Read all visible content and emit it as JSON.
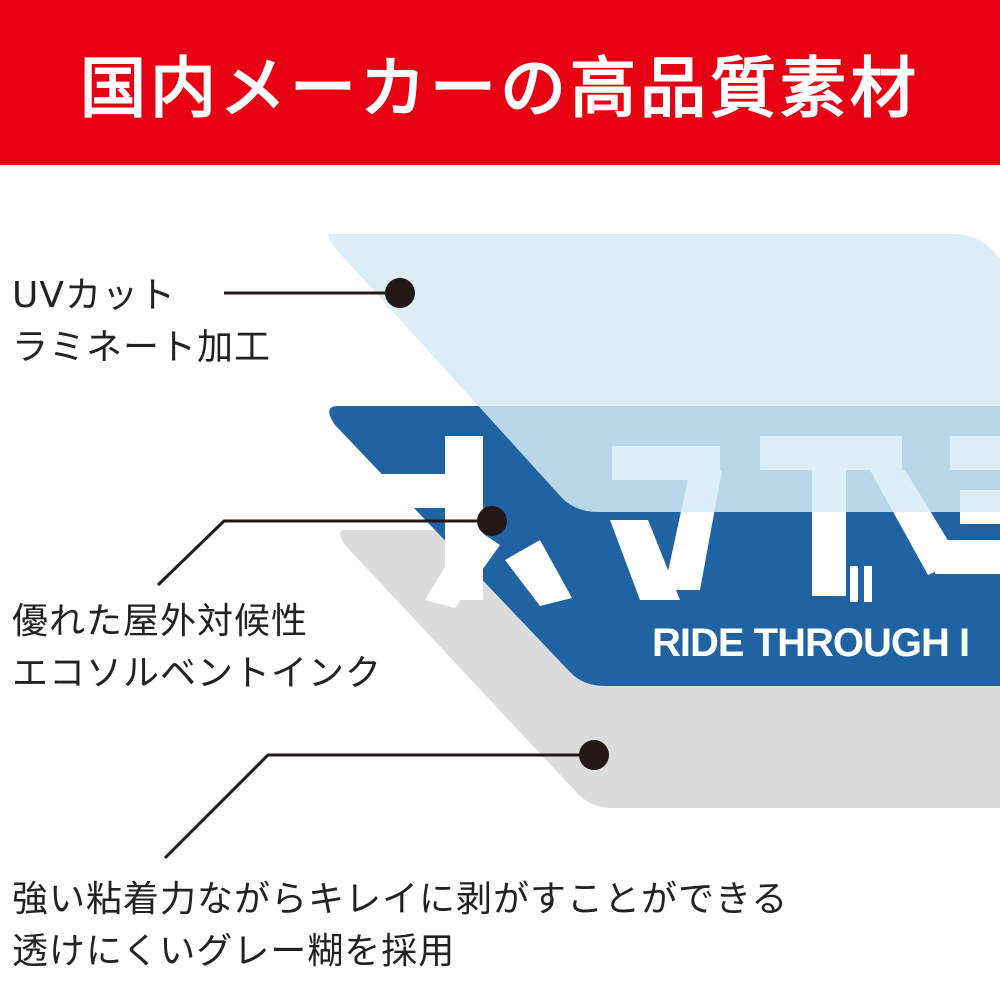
{
  "header": {
    "title": "国内メーカーの高品質素材",
    "background_color": "#e60012"
  },
  "layers": {
    "laminate": {
      "line1": "UVカット",
      "line2": "ラミネート加工",
      "color": "#d6ebf7"
    },
    "ink": {
      "line1": "優れた屋外対候性",
      "line2": "エコソルベントインク",
      "color": "#1f63a3"
    },
    "glue": {
      "line1": "強い粘着力ながらキレイに剥がすことができる",
      "line2": "透けにくいグレー糊を採用",
      "color": "#dcdcdc"
    }
  },
  "sticker": {
    "main_text": "ホスト",
    "sub_text": "RIDE THROUGH I"
  }
}
